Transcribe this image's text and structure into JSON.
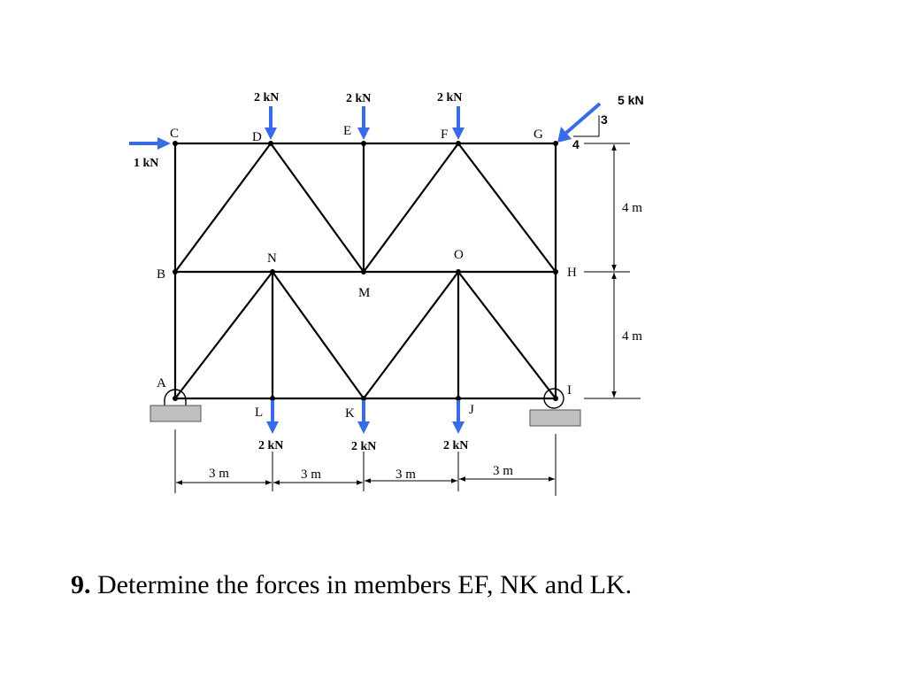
{
  "diagram": {
    "colors": {
      "member": "#000000",
      "force_arrow": "#3a6be6",
      "support_fill": "#c0c0c0",
      "dimension": "#000000"
    },
    "joints": {
      "A": "A",
      "B": "B",
      "C": "C",
      "D": "D",
      "E": "E",
      "F": "F",
      "G": "G",
      "H": "H",
      "I": "I",
      "J": "J",
      "K": "K",
      "L": "L",
      "M": "M",
      "N": "N",
      "O": "O"
    },
    "loads": {
      "D": "2 kN",
      "E": "2 kN",
      "F": "2 kN",
      "L": "2 kN",
      "K": "2 kN",
      "J": "2 kN",
      "C": "1 kN",
      "G": "5 kN"
    },
    "slope": {
      "rise": "3",
      "run": "4"
    },
    "dimensions": {
      "upper_height": "4 m",
      "lower_height": "4 m",
      "span_1": "3 m",
      "span_2": "3 m",
      "span_3": "3 m",
      "span_4": "3 m"
    }
  },
  "question": {
    "number": "9.",
    "text": " Determine the forces in members EF, NK and LK."
  }
}
